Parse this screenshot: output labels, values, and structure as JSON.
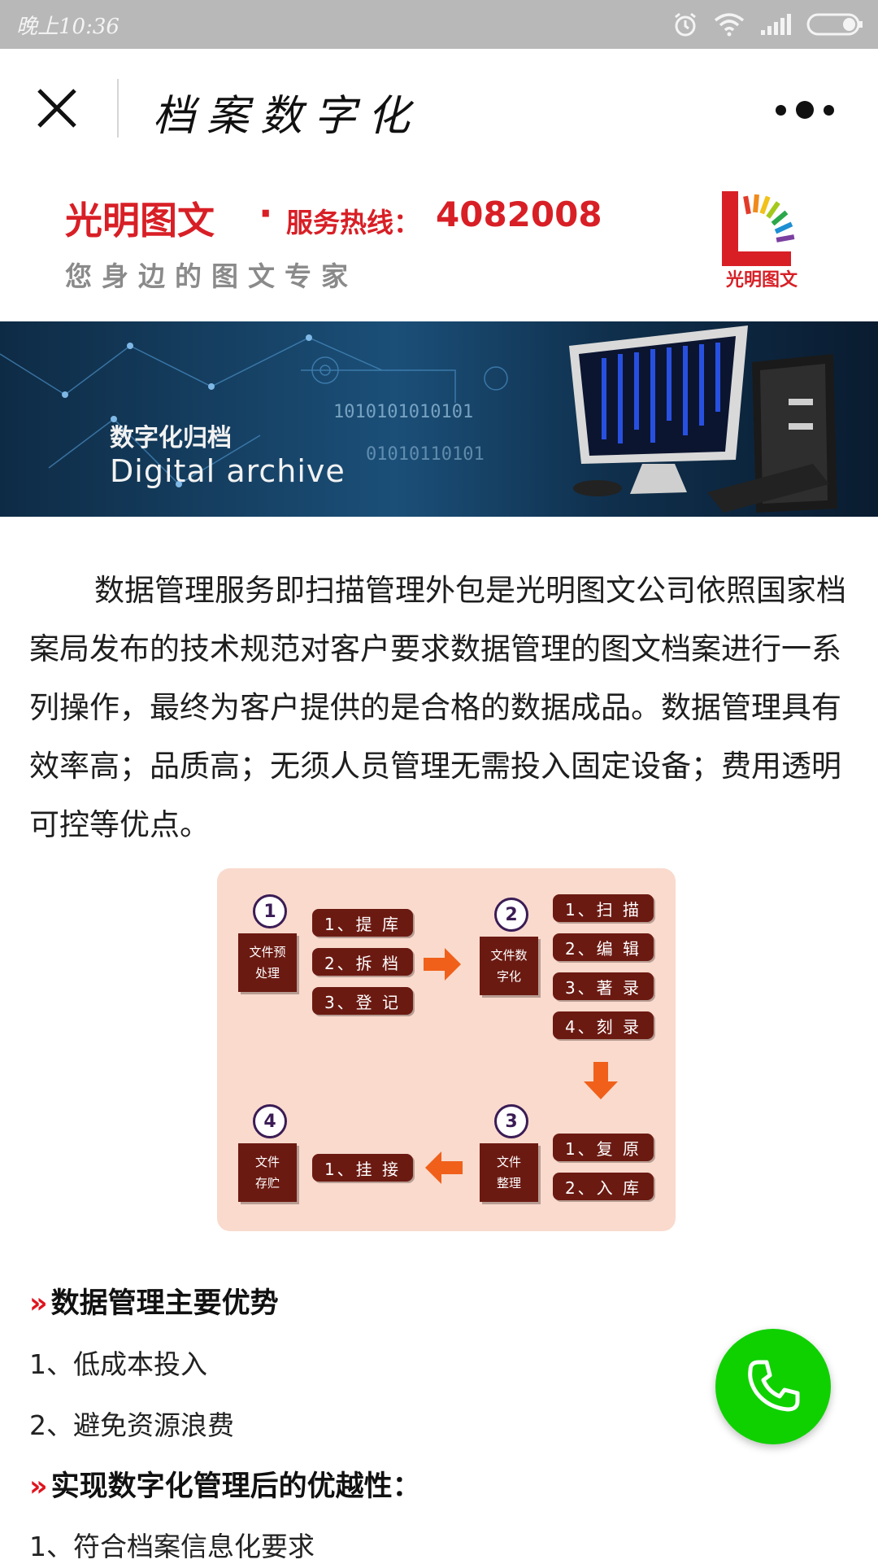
{
  "status_bar": {
    "time": "晚上10:36",
    "icons": [
      "alarm-icon",
      "wifi-icon",
      "signal-icon",
      "battery-icon"
    ]
  },
  "nav": {
    "title": "档案数字化",
    "close_icon": "close-icon",
    "more_icon": "more-icon"
  },
  "brand": {
    "name": "光明图文",
    "dot": "·",
    "hotline_label": "服务热线：",
    "hotline_number": "4082008",
    "slogan": "您身边的图文专家",
    "logo_text": "光明图文"
  },
  "hero": {
    "title_cn": "数字化归档",
    "title_en": "Digital archive",
    "binary_1": "1010101010101",
    "binary_2": "01010110101"
  },
  "intro": "数据管理服务即扫描管理外包是光明图文公司依照国家档案局发布的技术规范对客户要求数据管理的图文档案进行一系列操作，最终为客户提供的是合格的数据成品。数据管理具有效率高；品质高；无须人员管理无需投入固定设备；费用透明可控等优点。",
  "flow": {
    "stages": [
      {
        "num": "1",
        "label": "文件预处理",
        "steps": [
          "1、提 库",
          "2、拆 档",
          "3、登 记"
        ]
      },
      {
        "num": "2",
        "label": "文件数字化",
        "steps": [
          "1、扫 描",
          "2、编 辑",
          "3、著 录",
          "4、刻 录"
        ]
      },
      {
        "num": "3",
        "label": "文件整理",
        "steps": [
          "1、复 原",
          "2、入 库"
        ]
      },
      {
        "num": "4",
        "label": "文件存贮",
        "steps": [
          "1、挂 接"
        ]
      }
    ]
  },
  "sections": [
    {
      "title": "数据管理主要优势",
      "items": [
        "1、低成本投入",
        "2、避免资源浪费"
      ]
    },
    {
      "title": "实现数字化管理后的优越性：",
      "items": [
        "1、符合档案信息化要求"
      ]
    }
  ],
  "call_button": {
    "icon": "phone-icon",
    "color": "#0fd100"
  },
  "colors": {
    "brand_red": "#d81f26",
    "flow_brown": "#6b1a12",
    "flow_bg": "#f9dacd",
    "arrow_orange": "#f0601a"
  }
}
